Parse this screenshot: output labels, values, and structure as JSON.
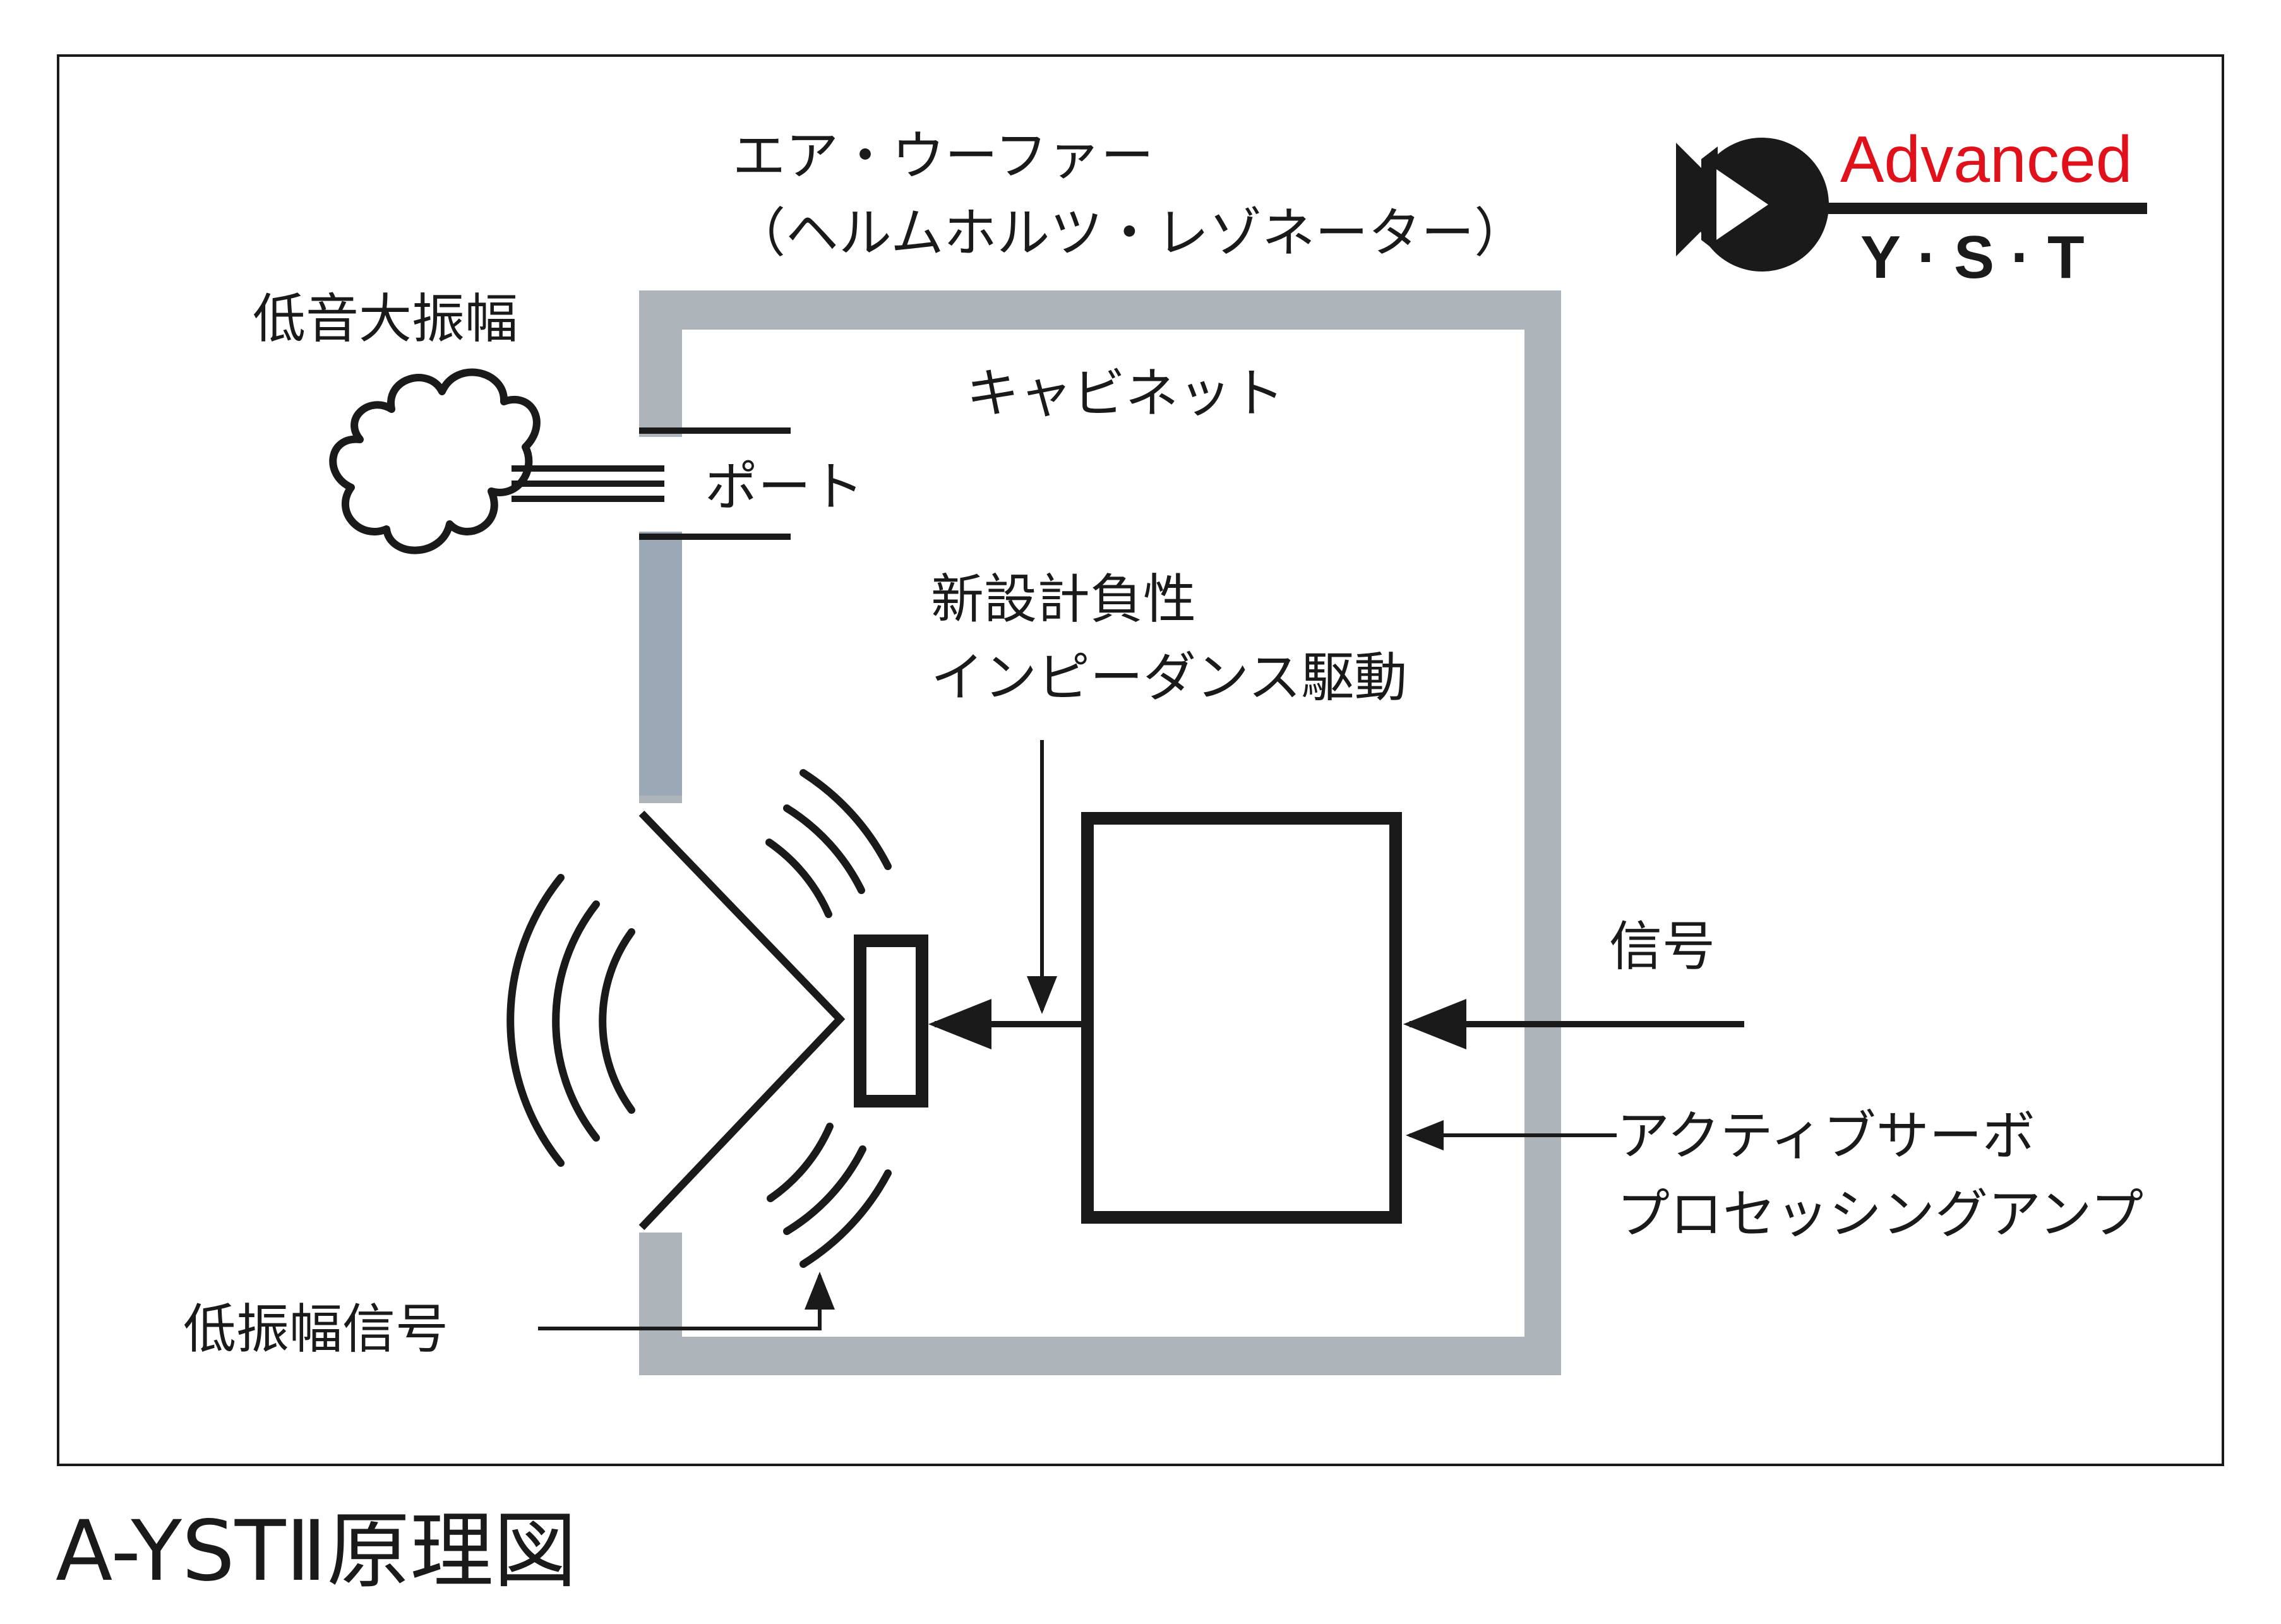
{
  "labels": {
    "air_woofer_line1": "エア・ウーファー",
    "air_woofer_line2": "（ヘルムホルツ・レゾネーター）",
    "low_freq_large_amp": "低音大振幅",
    "cabinet": "キャビネット",
    "port": "ポート",
    "drive_line1": "新設計負性",
    "drive_line2": "インピーダンス駆動",
    "signal": "信号",
    "amp_line1": "アクティブサーボ",
    "amp_line2": "プロセッシングアンプ",
    "low_amp_signal": "低振幅信号",
    "caption": "A-YSTⅡ原理図"
  },
  "logo": {
    "top_text": "Advanced",
    "bottom_text": "Y·S·T"
  },
  "colors": {
    "ink": "#1a1a1a",
    "cabinet_wall": "#adb4ba",
    "port_wall": "#9aa9b5",
    "logo_red": "#e0111b"
  },
  "icons": {
    "logo_mark": "speaker-cone-icon",
    "cloud": "cloud-puff-icon",
    "waves": "sound-wave-arcs-icon"
  }
}
